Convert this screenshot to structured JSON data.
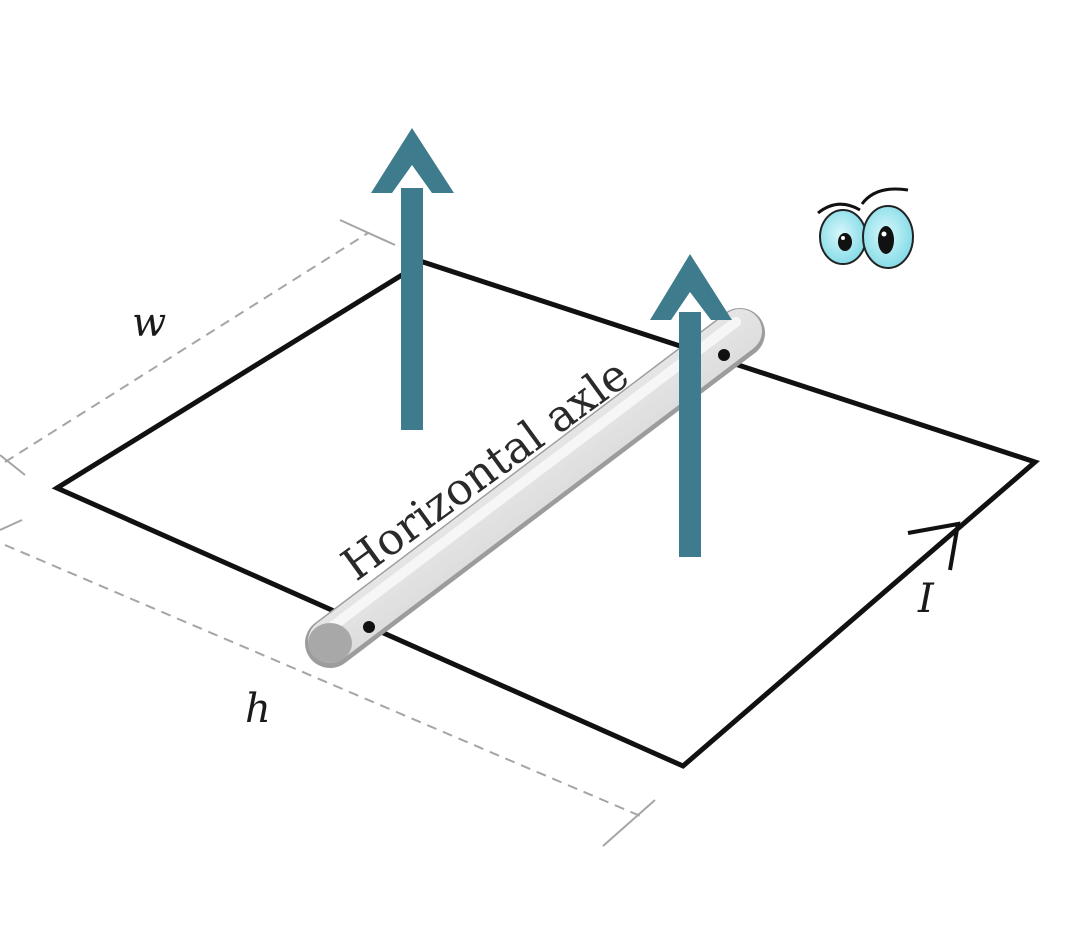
{
  "labels": {
    "width": "w",
    "height": "h",
    "current": "I",
    "axle": "Horizontal axle"
  },
  "colors": {
    "loop": "#111111",
    "field_arrow": "#3e7b8c",
    "dimension_line": "#9a9a9a",
    "axle_light": "#f2f2f2",
    "axle_dark": "#b7b7b7",
    "eye_iris": "#8fe3ee"
  },
  "icons": {
    "observer": "cartoon-eyes-icon"
  }
}
